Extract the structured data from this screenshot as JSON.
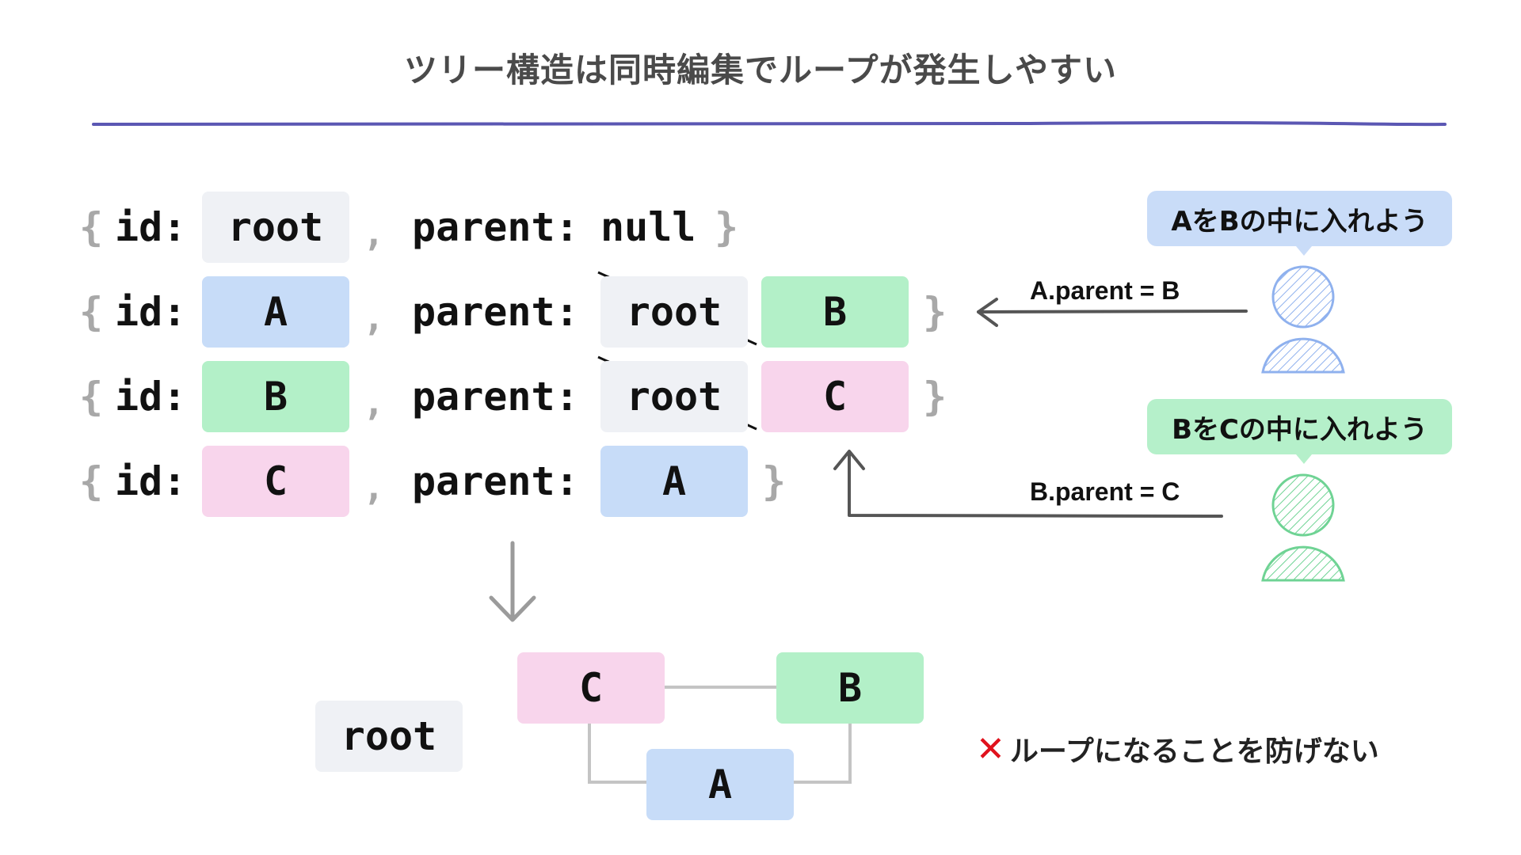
{
  "title": "ツリー構造は同時編集でループが発生しやすい",
  "code": {
    "open_brace": "{",
    "close_brace": "}",
    "id_label": "id:",
    "parent_label": "parent:",
    "comma": ",",
    "rows": [
      {
        "id": "root",
        "parent": "null",
        "old_parent": null
      },
      {
        "id": "A",
        "parent": "B",
        "old_parent": "root"
      },
      {
        "id": "B",
        "parent": "C",
        "old_parent": "root"
      },
      {
        "id": "C",
        "parent": "A",
        "old_parent": null
      }
    ]
  },
  "users": [
    {
      "bubble": "AをBの中に入れよう",
      "action": "A.parent = B",
      "color": "#c9dcf8"
    },
    {
      "bubble": "BをCの中に入れよう",
      "action": "B.parent = C",
      "color": "#b5f0ca"
    }
  ],
  "result": {
    "nodes": {
      "root": "root",
      "C": "C",
      "B": "B",
      "A": "A"
    },
    "warning_mark": "✕",
    "warning_text": "ループになることを防げない"
  },
  "colors": {
    "root": "#eff1f5",
    "A": "#c7dcf8",
    "B": "#b3f0c8",
    "C": "#f8d5ec",
    "title_rule": "#5b57b3",
    "warning": "#e0121d"
  }
}
